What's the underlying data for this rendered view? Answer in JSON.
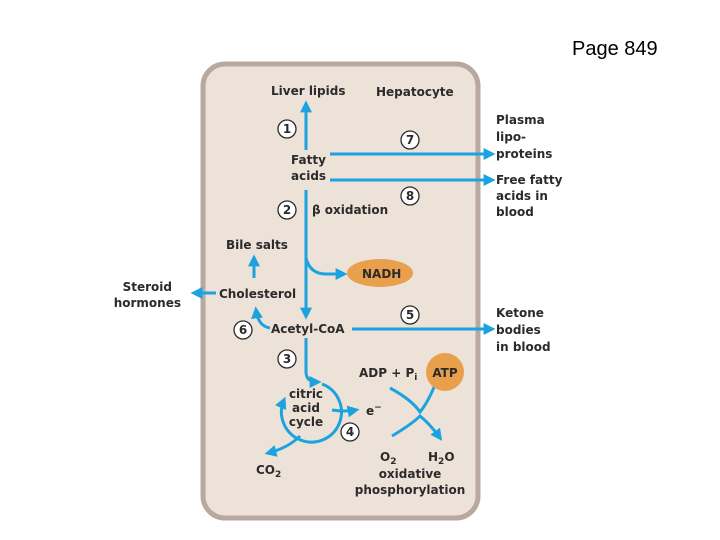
{
  "page_number": "Page 849",
  "cell_label": "Hepatocyte",
  "nodes": {
    "liver_lipids": "Liver lipids",
    "fatty_acids": [
      "Fatty",
      "acids"
    ],
    "beta_oxidation": "β oxidation",
    "bile_salts": "Bile salts",
    "nadh": "NADH",
    "cholesterol": "Cholesterol",
    "steroid_hormones": [
      "Steroid",
      "hormones"
    ],
    "acetyl_coa": "Acetyl-CoA",
    "citric_acid_cycle": [
      "citric",
      "acid",
      "cycle"
    ],
    "co2": "CO",
    "co2_sub": "2",
    "electron": "e",
    "electron_sup": "−",
    "adp": "ADP + P",
    "adp_sub": "i",
    "atp": "ATP",
    "o2": "O",
    "o2_sub": "2",
    "h2o_h": "H",
    "h2o_sub": "2",
    "h2o_o": "O",
    "oxidative": [
      "oxidative",
      "phosphorylation"
    ],
    "plasma_lipoproteins": [
      "Plasma",
      "lipo-",
      "proteins"
    ],
    "free_fatty_acids": [
      "Free fatty",
      "acids in",
      "blood"
    ],
    "ketone_bodies": [
      "Ketone",
      "bodies",
      "in blood"
    ]
  },
  "steps": [
    "1",
    "2",
    "3",
    "4",
    "5",
    "6",
    "7",
    "8"
  ],
  "colors": {
    "cell_fill": "#ede2d8",
    "cell_border": "#b9a8a0",
    "arrow": "#1aa3df",
    "highlight": "#e8a04c"
  }
}
